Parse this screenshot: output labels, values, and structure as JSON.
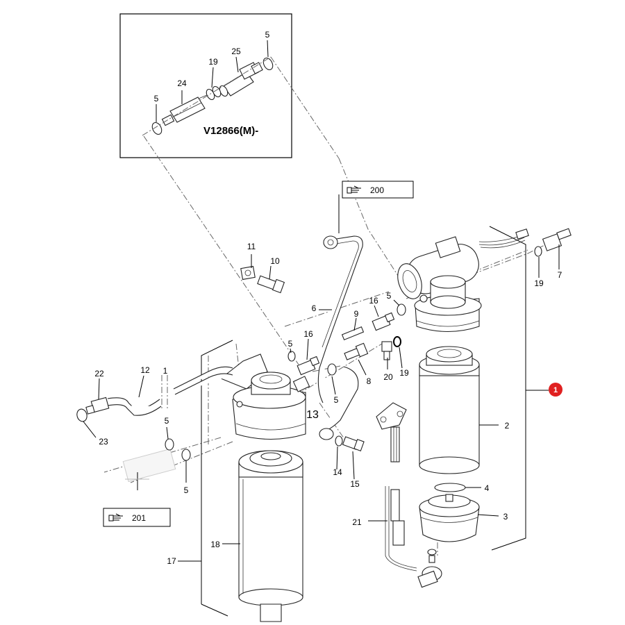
{
  "diagram": {
    "model_code": "V12866(M)-",
    "references": [
      {
        "id": "ref-200",
        "label": "200",
        "icon": "pointing-hand-icon"
      },
      {
        "id": "ref-201",
        "label": "201",
        "icon": "pointing-hand-icon"
      }
    ],
    "marker": {
      "label": "1",
      "color": "#e02020"
    },
    "callouts": {
      "c1": "1",
      "c2": "2",
      "c3": "3",
      "c4": "4",
      "c5a": "5",
      "c5b": "5",
      "c5c": "5",
      "c5d": "5",
      "c5e": "5",
      "c5f": "5",
      "c5g": "5",
      "c6": "6",
      "c7": "7",
      "c8": "8",
      "c9": "9",
      "c10": "10",
      "c11": "11",
      "c12": "12",
      "c13": "13",
      "c14": "14",
      "c15": "15",
      "c16a": "16",
      "c16b": "16",
      "c17": "17",
      "c18": "18",
      "c19a": "19",
      "c19b": "19",
      "c19c": "19",
      "c20": "20",
      "c21": "21",
      "c22": "22",
      "c23": "23",
      "c24": "24",
      "c25": "25"
    }
  }
}
